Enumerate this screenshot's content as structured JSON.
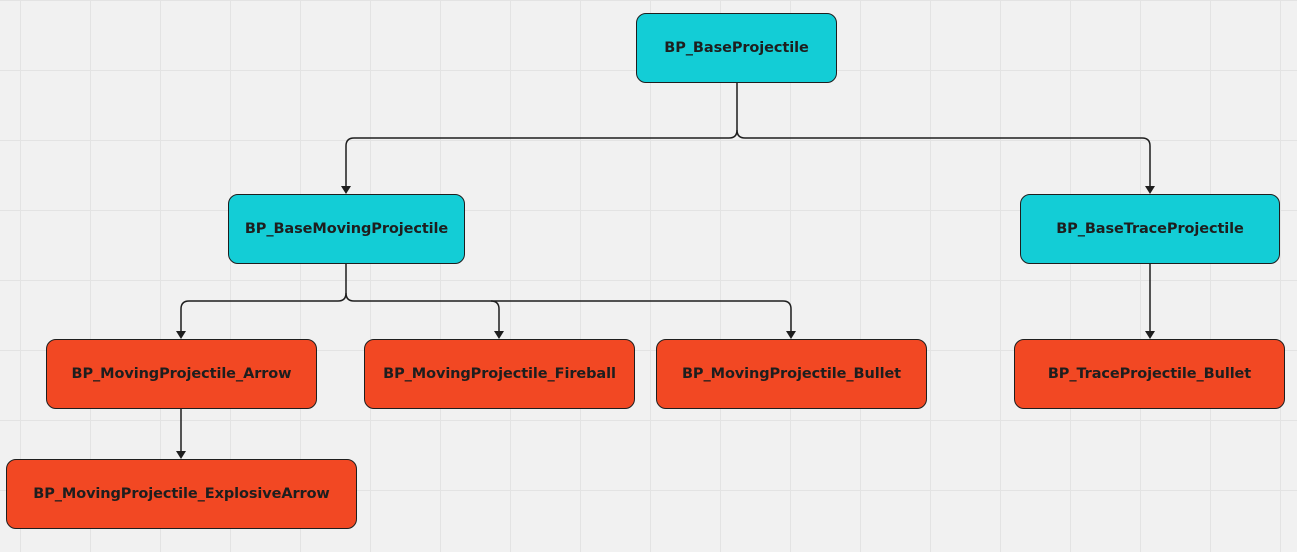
{
  "nodes": {
    "base_projectile": "BP_BaseProjectile",
    "base_moving_projectile": "BP_BaseMovingProjectile",
    "base_trace_projectile": "BP_BaseTraceProjectile",
    "moving_arrow": "BP_MovingProjectile_Arrow",
    "moving_fireball": "BP_MovingProjectile_Fireball",
    "moving_bullet": "BP_MovingProjectile_Bullet",
    "trace_bullet": "BP_TraceProjectile_Bullet",
    "moving_explosive_arrow": "BP_MovingProjectile_ExplosiveArrow"
  },
  "colors": {
    "base": "#13cdd6",
    "leaf": "#f24823",
    "stroke": "#1e1e1e",
    "background": "#f1f1f1"
  },
  "edges": [
    [
      "base_projectile",
      "base_moving_projectile"
    ],
    [
      "base_projectile",
      "base_trace_projectile"
    ],
    [
      "base_moving_projectile",
      "moving_arrow"
    ],
    [
      "base_moving_projectile",
      "moving_fireball"
    ],
    [
      "base_moving_projectile",
      "moving_bullet"
    ],
    [
      "base_trace_projectile",
      "trace_bullet"
    ],
    [
      "moving_arrow",
      "moving_explosive_arrow"
    ]
  ]
}
